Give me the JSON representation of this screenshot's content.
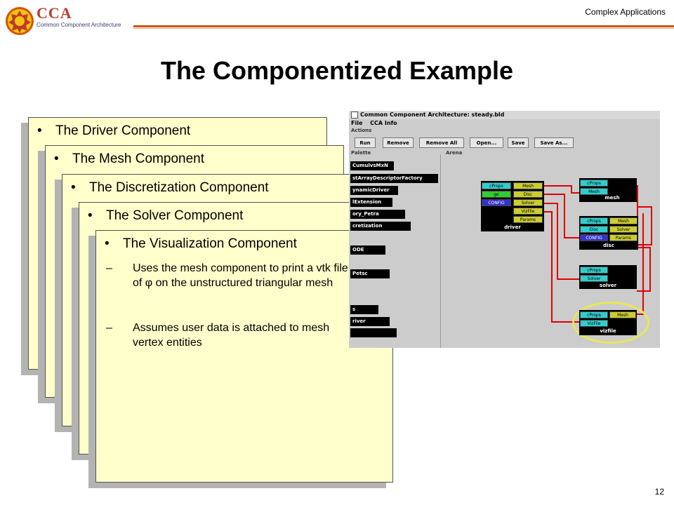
{
  "header": {
    "brand": "CCA",
    "brand_sub": "Common Component Architecture",
    "section": "Complex Applications"
  },
  "title": "The Componentized Example",
  "cards": [
    {
      "bullet": "•",
      "text": "The Driver Component"
    },
    {
      "bullet": "•",
      "text": "The Mesh Component"
    },
    {
      "bullet": "•",
      "text": "The Discretization Component"
    },
    {
      "bullet": "•",
      "text": "The Solver Component"
    },
    {
      "bullet": "•",
      "text": "The Visualization Component"
    }
  ],
  "viz_points": [
    {
      "dash": "–",
      "text": "Uses the mesh component to print a vtk file of φ on the unstructured triangular mesh"
    },
    {
      "dash": "–",
      "text": "Assumes user data is attached to mesh vertex entities"
    }
  ],
  "page_number": "12",
  "screenshot": {
    "window_title": "Common Component Architecture: steady.bld",
    "menu": [
      "File",
      "CCA Info"
    ],
    "actions_label": "Actions",
    "actions": [
      "Run",
      "Remove",
      "Remove All",
      "Open...",
      "Save",
      "Save As..."
    ],
    "palette_label": "Palette",
    "arena_label": "Arena",
    "palette": [
      "CumulvsMxN",
      "stArrayDescriptorFactory",
      "ynamicDriver",
      "lExtension",
      "ory_Petra",
      "cretization",
      "ODE",
      "Petsc",
      "s",
      "river"
    ],
    "components": {
      "driver": {
        "name": "driver",
        "ports": [
          "cProps",
          "Mesh",
          "go",
          "Disc",
          "CONFIG",
          "Solver",
          "VizFile",
          "Params"
        ]
      },
      "mesh": {
        "name": "mesh",
        "ports": [
          "cProps",
          "Mesh"
        ]
      },
      "disc": {
        "name": "disc",
        "ports": [
          "cProps",
          "Mesh",
          "Disc",
          "Solver",
          "CONFIG",
          "Params"
        ]
      },
      "solver": {
        "name": "solver",
        "ports": [
          "cProps",
          "Solver"
        ]
      },
      "vizfile": {
        "name": "vizfile",
        "ports": [
          "cProps",
          "Mesh",
          "VizFile"
        ]
      }
    },
    "colors": {
      "uses_port": "#33cccc",
      "provides_port": "#cccc33",
      "go_port": "#33cc33",
      "config_port": "#3333cc",
      "wire": "#e00000",
      "highlight": "#e8e855"
    }
  }
}
